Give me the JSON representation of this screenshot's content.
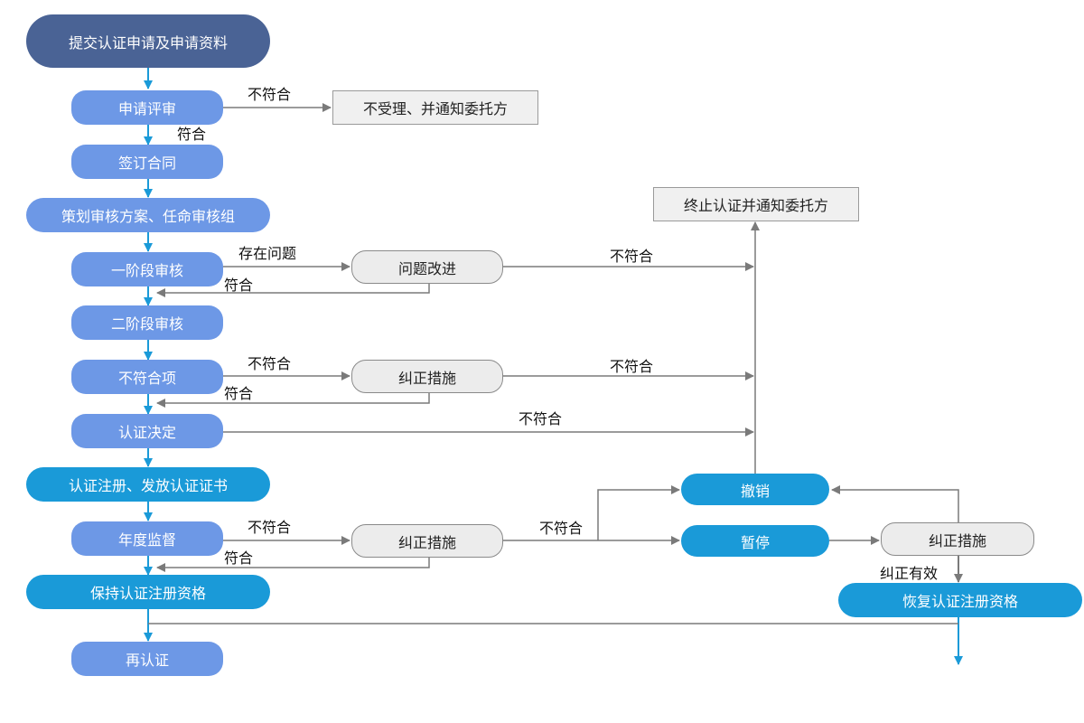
{
  "nodes": {
    "submit": "提交认证申请及申请资料",
    "review": "申请评审",
    "reject": "不受理、并通知委托方",
    "contract": "签订合同",
    "plan": "策划审核方案、任命审核组",
    "terminate": "终止认证并通知委托方",
    "stage1": "一阶段审核",
    "improve": "问题改进",
    "stage2": "二阶段审核",
    "nonconform": "不符合项",
    "corrective1": "纠正措施",
    "decision": "认证决定",
    "register": "认证注册、发放认证证书",
    "revoke": "撤销",
    "annual": "年度监督",
    "corrective2": "纠正措施",
    "suspend": "暂停",
    "corrective3": "纠正措施",
    "keep": "保持认证注册资格",
    "restore": "恢复认证注册资格",
    "recert": "再认证"
  },
  "edge_labels": {
    "review_nonconform": "不符合",
    "review_conform": "符合",
    "stage1_issue": "存在问题",
    "stage1_conform": "符合",
    "improve_nonconform": "不符合",
    "nc_nonconform": "不符合",
    "nc_conform": "符合",
    "corrective1_nonconform": "不符合",
    "decision_nonconform": "不符合",
    "annual_nonconform": "不符合",
    "annual_conform": "符合",
    "corrective2_nonconform": "不符合",
    "corrective3_effective": "纠正有效"
  },
  "colors": {
    "dark": "#4a6395",
    "blue": "#6d98e6",
    "cyan": "#1a9ad8",
    "gray_line": "#7a7a7a",
    "blue_line": "#1a9ad8"
  }
}
